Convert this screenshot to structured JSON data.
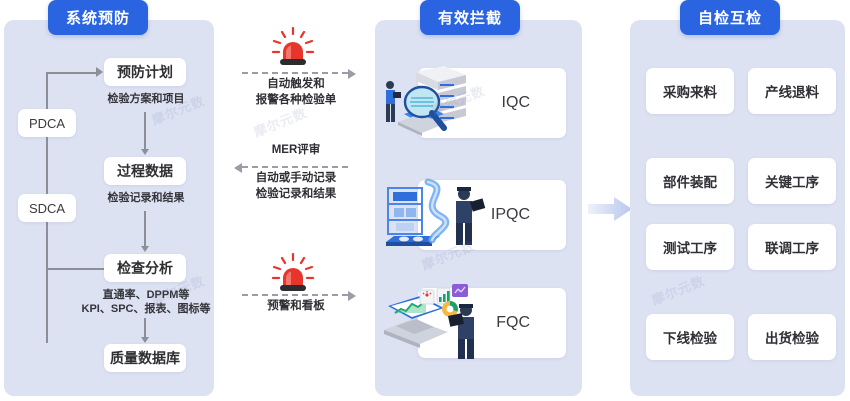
{
  "panels": {
    "prevention": {
      "badge": "系统预防",
      "flow": [
        {
          "title": "预防计划",
          "note": "检验方案和项目"
        },
        {
          "title": "过程数据",
          "note": "检验记录和结果"
        },
        {
          "title": "检查分析",
          "note": "直通率、DPPM等\nKPI、SPC、报表、图标等"
        },
        {
          "title": "质量数据库",
          "note": ""
        }
      ],
      "cycles": [
        {
          "label": "PDCA"
        },
        {
          "label": "SDCA"
        }
      ],
      "note_analyze_line1": "直通率、DPPM等",
      "note_analyze_line2": "KPI、SPC、报表、图标等"
    },
    "intercept": {
      "badge": "有效拦截",
      "items": [
        {
          "label": "IQC",
          "art": "server-magnifier-laptop-inspector"
        },
        {
          "label": "IPQC",
          "art": "production-line-inspector"
        },
        {
          "label": "FQC",
          "art": "laptop-dashboard-inspector"
        }
      ]
    },
    "selfcheck": {
      "badge": "自检互检",
      "items": [
        "采购来料",
        "产线退料",
        "部件装配",
        "关键工序",
        "测试工序",
        "联调工序",
        "下线检验",
        "出货检验"
      ]
    }
  },
  "connectors": {
    "siren_top": "alarm-siren-icon",
    "siren_bottom": "alarm-siren-icon",
    "note_1_line1": "自动触发和",
    "note_1_line2": "报警各种检验单",
    "mer_label": "MER评审",
    "note_2_line1": "自动或手动记录",
    "note_2_line2": "检验记录和结果",
    "note_3": "预警和看板",
    "arrow_1_direction": "right",
    "arrow_2_direction": "left",
    "arrow_3_direction": "right",
    "big_arrow_direction": "right"
  },
  "watermarks": [
    "摩尔元数",
    "摩尔元数",
    "摩尔元数",
    "摩尔元数",
    "摩尔元数",
    "摩尔元数"
  ],
  "colors": {
    "badge_blue": "#2a64e0",
    "panel_bg": "#dde2f3",
    "card_bg": "#ffffff",
    "connector_gray": "#8d8f98",
    "siren_red": "#e8352b",
    "text_dark": "#2f2f35"
  }
}
